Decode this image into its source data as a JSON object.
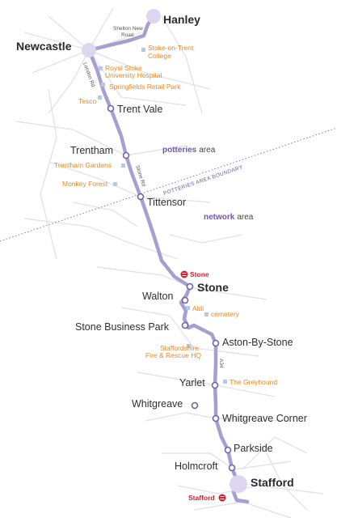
{
  "colors": {
    "route": "#a89fd0",
    "stop_stroke": "#6d63b0",
    "poi": "#e98a24",
    "poi_marker": "#b7c7e6",
    "rail": "#d71f2f",
    "area_label": "#6d5ab0",
    "boundary": "#7a6bb5"
  },
  "towns": {
    "hanley": "Hanley",
    "newcastle": "Newcastle",
    "stone": "Stone",
    "stafford": "Stafford"
  },
  "stops": {
    "trent_vale": "Trent Vale",
    "trentham": "Trentham",
    "tittensor": "Tittensor",
    "walton": "Walton",
    "stone_business_park": "Stone Business Park",
    "aston_by_stone": "Aston-By-Stone",
    "yarlet": "Yarlet",
    "whitgreave": "Whitgreave",
    "whitgreave_corner": "Whitgreave Corner",
    "parkside": "Parkside",
    "holmcroft": "Holmcroft"
  },
  "pois": {
    "stoke_college_1": "Stoke-on-Trent",
    "stoke_college_2": "College",
    "royal_stoke_1": "Royal Stoke",
    "royal_stoke_2": "University Hospital",
    "springfields": "Springfields Retail Park",
    "tesco": "Tesco",
    "trentham_gardens": "Trentham Gardens",
    "monkey_forest": "Monkey Forest",
    "aldi": "Aldi",
    "cemetery": "cemetery",
    "fire_rescue_1": "Staffordshire",
    "fire_rescue_2": "Fire & Rescue HQ",
    "greyhound": "The Greyhound"
  },
  "roads": {
    "shelton_1": "Shelton New",
    "shelton_2": "Road",
    "london_rd": "London Rd",
    "stone_rd": "Stone Rd",
    "a34": "A34"
  },
  "areas": {
    "potteries": "potteries",
    "network": "network",
    "suffix": "area",
    "boundary": "POTTERIES AREA BOUNDARY"
  },
  "rail": {
    "stone": "Stone",
    "stafford": "Stafford",
    "rail_icon": "national-rail-icon"
  }
}
